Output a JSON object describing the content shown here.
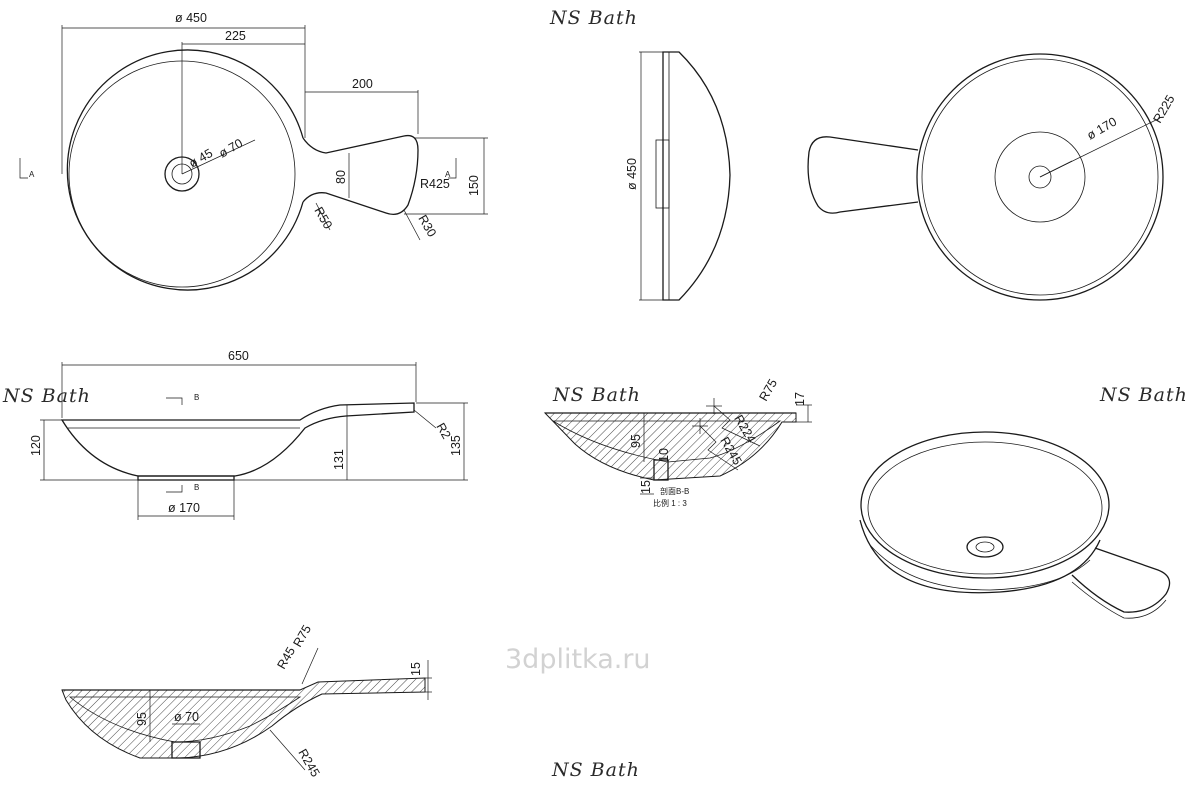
{
  "brand": "NS Bath",
  "watermark": "3dplitka.ru",
  "top_view": {
    "dia_outer": "ø 450",
    "radius_center": "225",
    "handle_length": "200",
    "drain_inner": "ø 45",
    "drain_outer": "ø 70",
    "handle_neck": "80",
    "handle_end": "150",
    "r_tip": "R425",
    "r_neck": "R50",
    "r_corner": "R30",
    "section_mark": "A"
  },
  "side_view": {
    "dia": "ø 450"
  },
  "iso_top": {
    "bowl_dia": "ø 170",
    "radius": "R225"
  },
  "front_view": {
    "length": "650",
    "height_left": "120",
    "height_mid": "131",
    "height_right": "135",
    "r_end": "R2",
    "base_dia": "ø 170",
    "section_mark": "B"
  },
  "section_b": {
    "depth": "95",
    "r75": "R75",
    "thickness": "17",
    "r224": "R224",
    "r245": "R245",
    "drain_w": "10",
    "base_t": "15",
    "caption1": "剖面B-B",
    "caption2": "比例 1 : 3"
  },
  "section_a": {
    "depth": "95",
    "drain": "ø 70",
    "r75": "R75",
    "r45": "R45",
    "thickness": "15",
    "r245": "R245"
  }
}
